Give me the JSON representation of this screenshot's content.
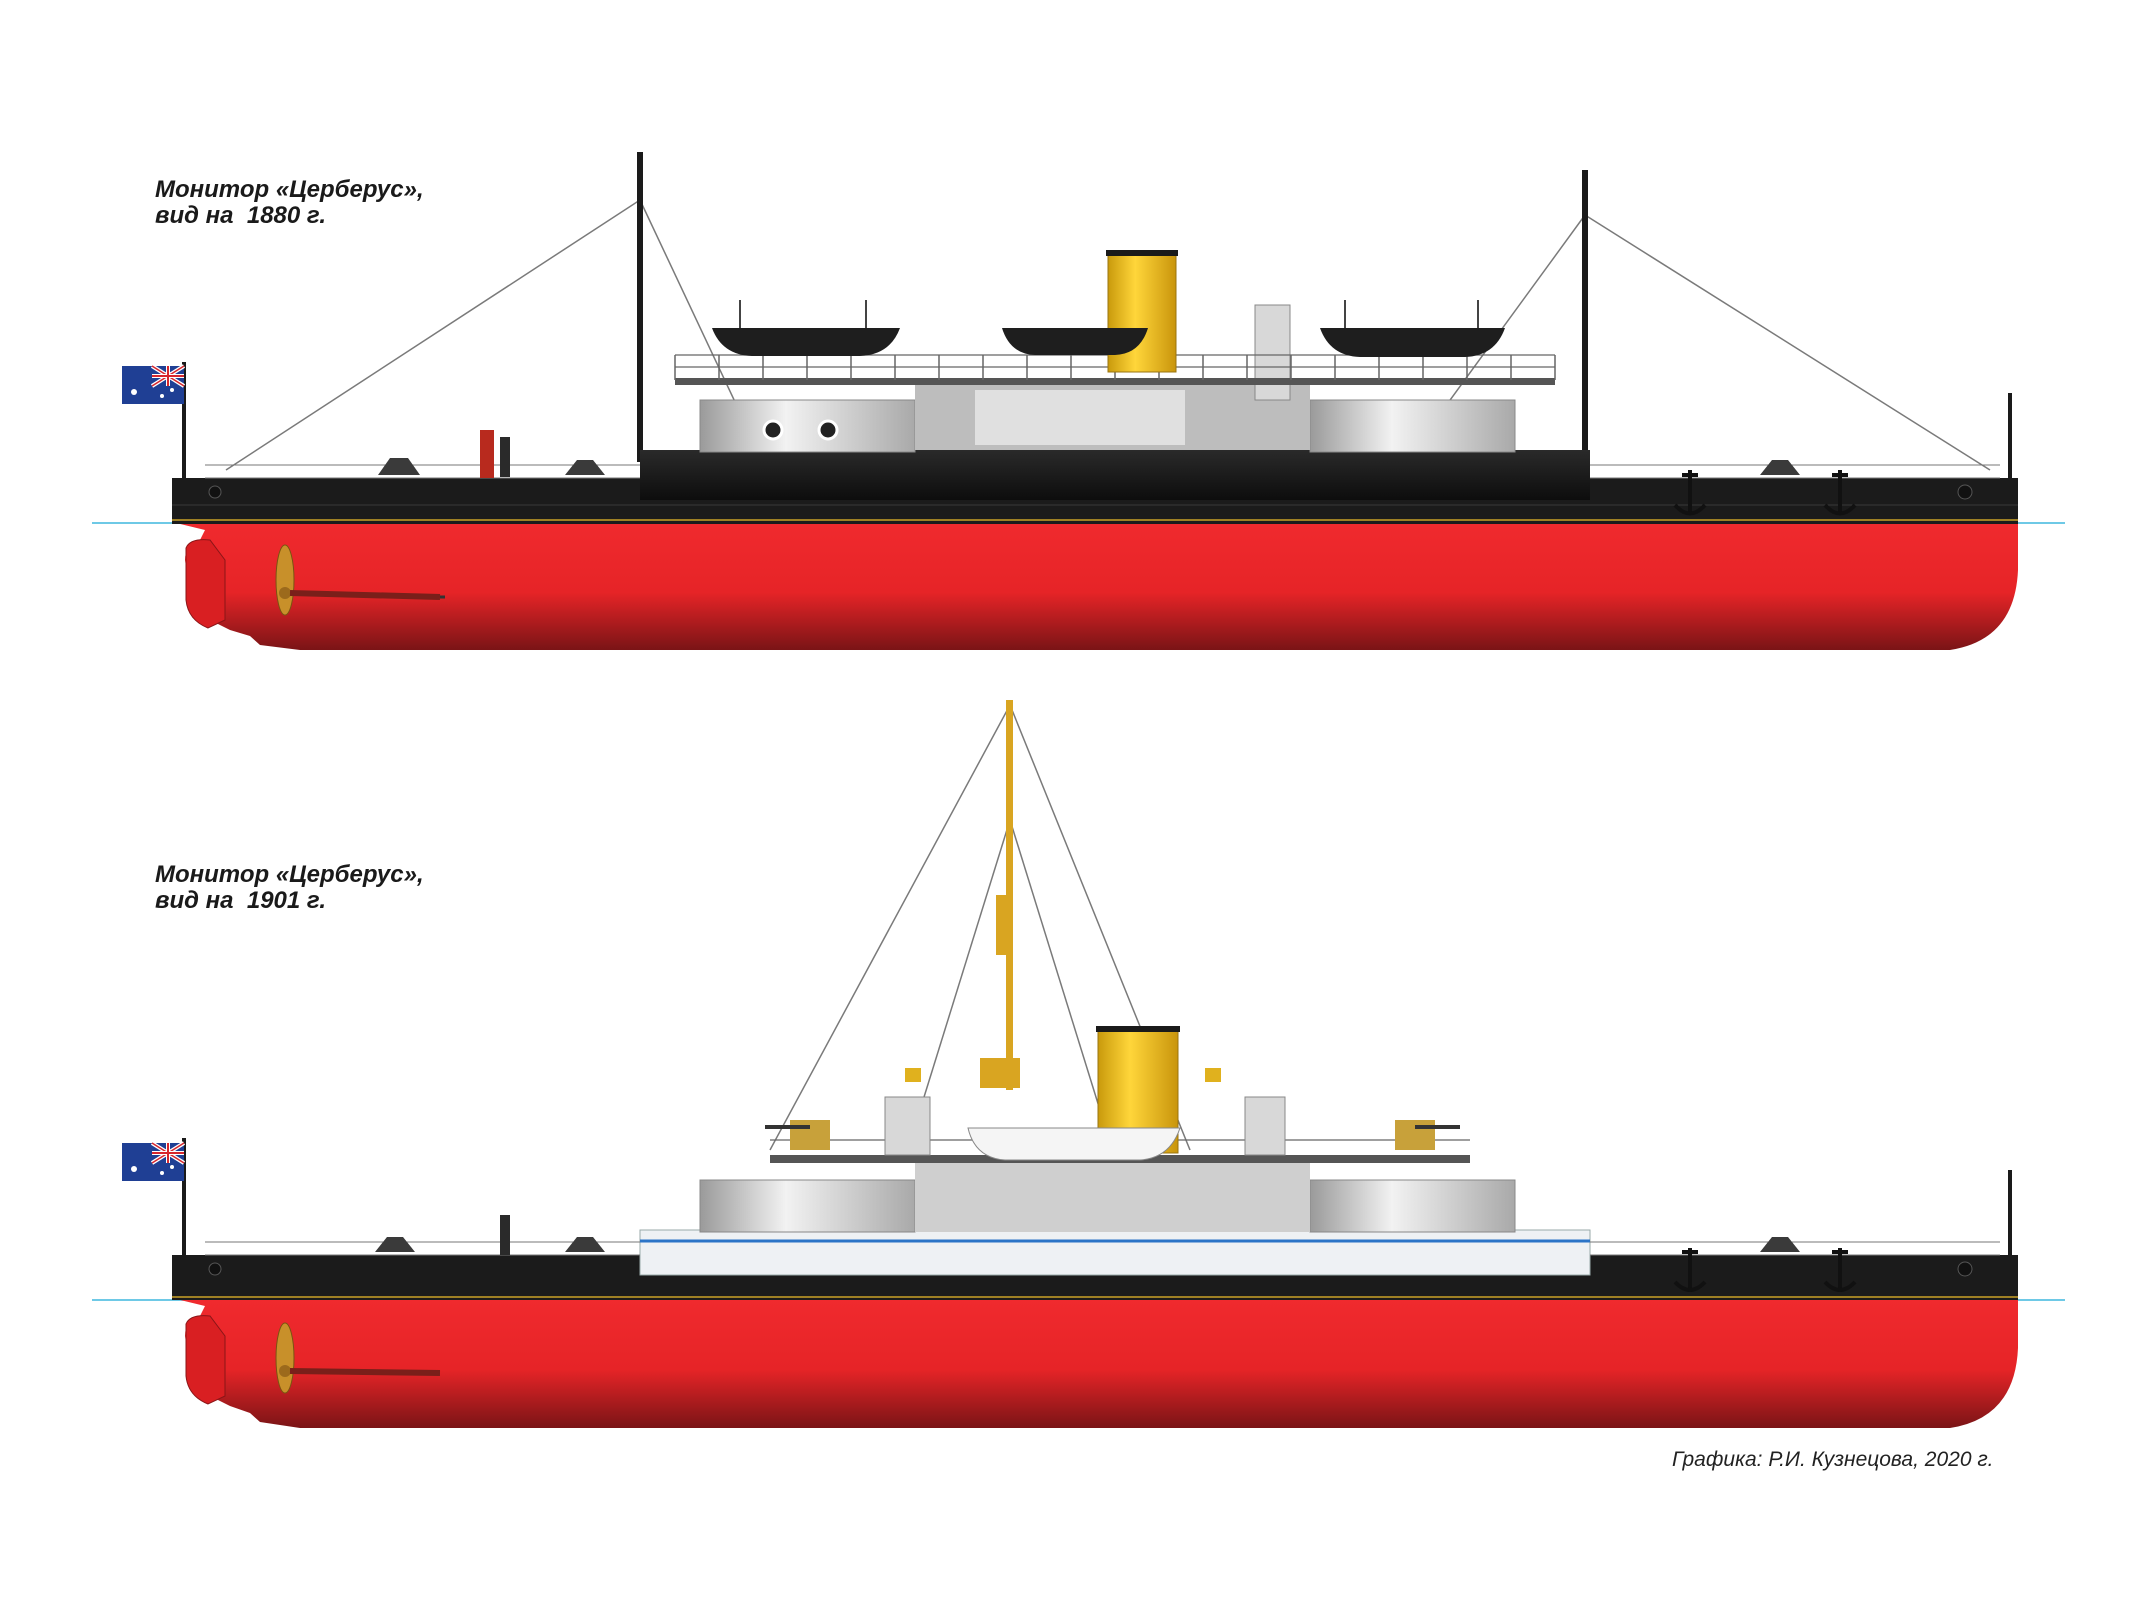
{
  "captions": [
    {
      "line1": "Монитор «Церберус»,",
      "line2": "вид на  1880 г."
    },
    {
      "line1": "Монитор «Церберус»,",
      "line2": "вид на  1901 г."
    }
  ],
  "credit": "Графика: Р.И. Кузнецова, 2020 г.",
  "colors": {
    "hull_red": "#e8262a",
    "hull_dark": "#6b1214",
    "deck_black": "#1f1f1f",
    "funnel_yellow": "#f4c21a",
    "mast_yellow": "#d9a521",
    "waterline": "#6ec9e6",
    "superstructure_grey": "#d8d8d8",
    "stripe_blue": "#2b74c7"
  },
  "icons": [
    "australian-flag-icon",
    "anchor-icon",
    "propeller-icon",
    "lifeboat-icon"
  ]
}
